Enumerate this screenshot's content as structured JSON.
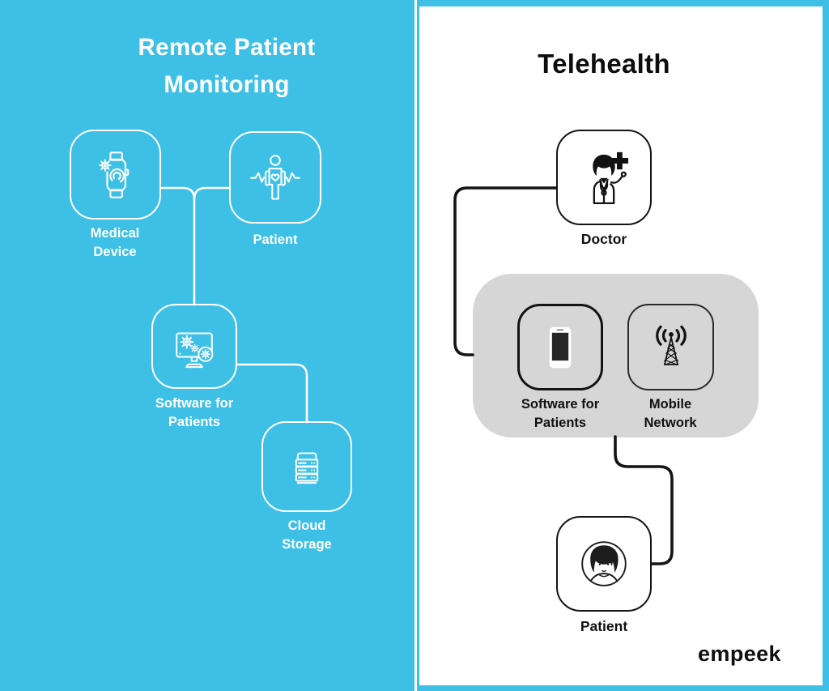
{
  "colors": {
    "background_cyan": "#3EC0E6",
    "panel_white": "#FFFFFF",
    "gray_container": "#D6D6D6",
    "line_white": "#FFFFFF",
    "line_black": "#141414",
    "text_white": "#FFFFFF",
    "text_dark": "#111111"
  },
  "left_panel": {
    "title_line1": "Remote Patient",
    "title_line2": "Monitoring",
    "nodes": {
      "medical_device": {
        "icon": "smartwatch-gear-icon",
        "label_line1": "Medical",
        "label_line2": "Device"
      },
      "patient": {
        "icon": "patient-heartbeat-icon",
        "label": "Patient"
      },
      "software": {
        "icon": "monitor-gears-icon",
        "label_line1": "Software for",
        "label_line2": "Patients"
      },
      "cloud": {
        "icon": "server-stack-icon",
        "label_line1": "Cloud",
        "label_line2": "Storage"
      }
    }
  },
  "right_panel": {
    "title": "Telehealth",
    "nodes": {
      "doctor": {
        "icon": "doctor-icon",
        "label": "Doctor"
      },
      "software": {
        "icon": "smartphone-icon",
        "label_line1": "Software for",
        "label_line2": "Patients"
      },
      "mobile": {
        "icon": "antenna-tower-icon",
        "label_line1": "Mobile",
        "label_line2": "Network"
      },
      "patient": {
        "icon": "woman-avatar-icon",
        "label": "Patient"
      }
    },
    "logo": "empeek"
  }
}
